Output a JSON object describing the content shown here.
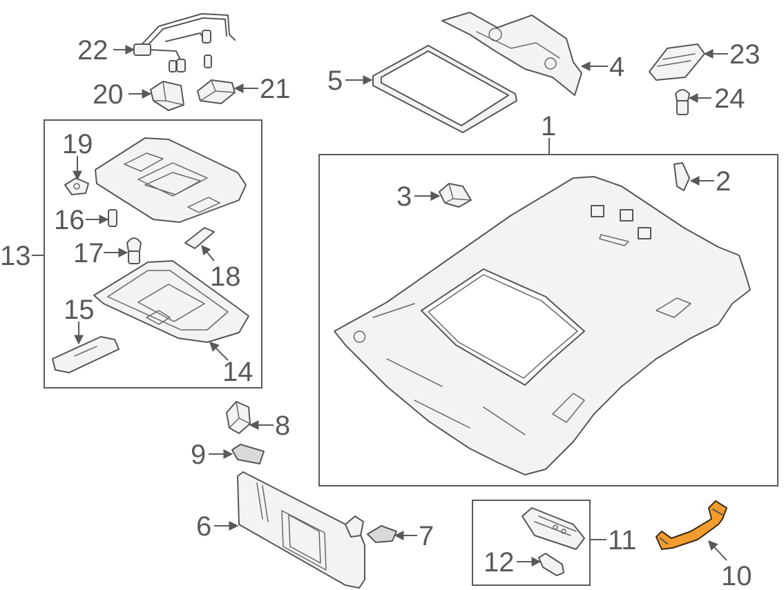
{
  "diagram": {
    "callouts": {
      "p1": "1",
      "p2": "2",
      "p3": "3",
      "p4": "4",
      "p5": "5",
      "p6": "6",
      "p7": "7",
      "p8": "8",
      "p9": "9",
      "p10": "10",
      "p11": "11",
      "p12": "12",
      "p13": "13",
      "p14": "14",
      "p15": "15",
      "p16": "16",
      "p17": "17",
      "p18": "18",
      "p19": "19",
      "p20": "20",
      "p21": "21",
      "p22": "22",
      "p23": "23",
      "p24": "24"
    },
    "highlighted_part": "10",
    "colors": {
      "line": "#58595b",
      "highlight": "#f39c2e",
      "background": "#ffffff"
    }
  }
}
